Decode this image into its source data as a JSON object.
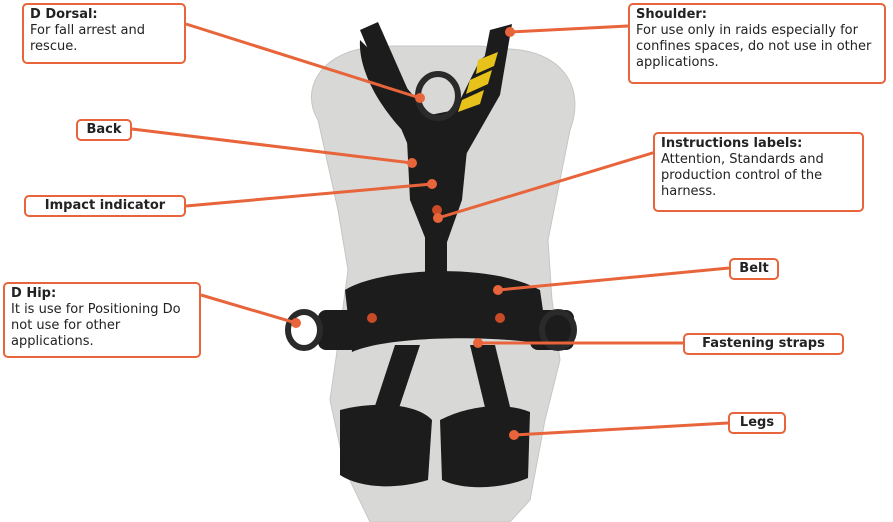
{
  "colors": {
    "accent": "#e8643a"
  },
  "labels": {
    "d_dorsal": {
      "title": "D Dorsal:",
      "text": "For fall arrest and rescue."
    },
    "shoulder": {
      "title": "Shoulder:",
      "text": "For use only in raids especially for confines spaces, do not use in other applications."
    },
    "back": {
      "title": "Back"
    },
    "instructions": {
      "title": "Instructions labels:",
      "text": "Attention, Standards and production control of the harness."
    },
    "impact": {
      "title": "Impact indicator"
    },
    "belt": {
      "title": "Belt"
    },
    "d_hip": {
      "title": "D Hip:",
      "text": "It is use for Positioning Do not use for other applications."
    },
    "fastening": {
      "title": "Fastening straps"
    },
    "legs": {
      "title": "Legs"
    }
  }
}
